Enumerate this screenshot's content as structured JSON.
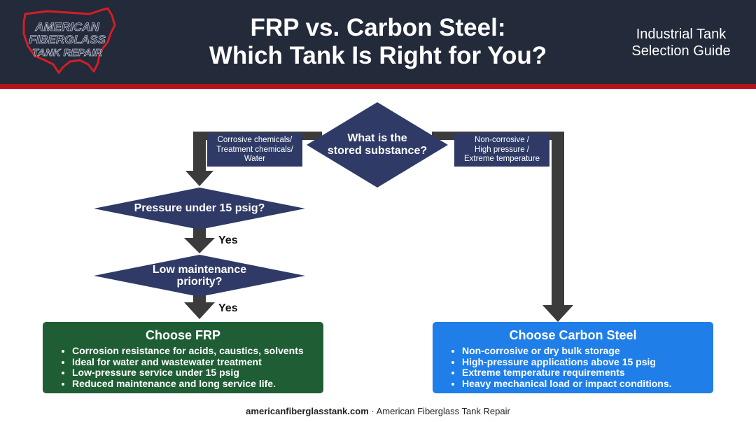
{
  "header": {
    "logo_lines": [
      "AMERICAN",
      "FIBERGLASS",
      "TANK REPAIR"
    ],
    "title_line1": "FRP vs. Carbon Steel:",
    "title_line2": "Which Tank Is Right for You?",
    "subtitle_line1": "Industrial Tank",
    "subtitle_line2": "Selection Guide"
  },
  "flow": {
    "start_line1": "What is the",
    "start_line2": "stored substance?",
    "left_branch": [
      "Corrosive chemicals/",
      "Treatment chemicals/",
      "Water"
    ],
    "right_branch": [
      "Non-corrosive /",
      "High pressure /",
      "Extreme temperature"
    ],
    "q1": "Pressure under 15 psig?",
    "q2_line1": "Low maintenance",
    "q2_line2": "priority?",
    "yes1": "Yes",
    "yes2": "Yes"
  },
  "frp": {
    "title": "Choose FRP",
    "items": [
      "Corrosion resistance for acids, caustics, solvents",
      "Ideal for water and wastewater treatment",
      "Low-pressure service under 15 psig",
      "Reduced maintenance and long service life."
    ]
  },
  "steel": {
    "title": "Choose Carbon Steel",
    "items": [
      "Non-corrosive or dry bulk storage",
      "High-pressure applications above 15 psig",
      "Extreme temperature requirements",
      "Heavy mechanical load or impact conditions."
    ]
  },
  "footer": {
    "domain": "americanfiberglasstank.com",
    "separator": " · ",
    "company": "American Fiberglass Tank Repair"
  },
  "colors": {
    "header_bg": "#232a3a",
    "accent_red": "#b3141b",
    "diamond": "#2f3b66",
    "arrow": "#3b3b3b",
    "frp_green": "#1f5e34",
    "steel_blue": "#1f7ee8"
  }
}
